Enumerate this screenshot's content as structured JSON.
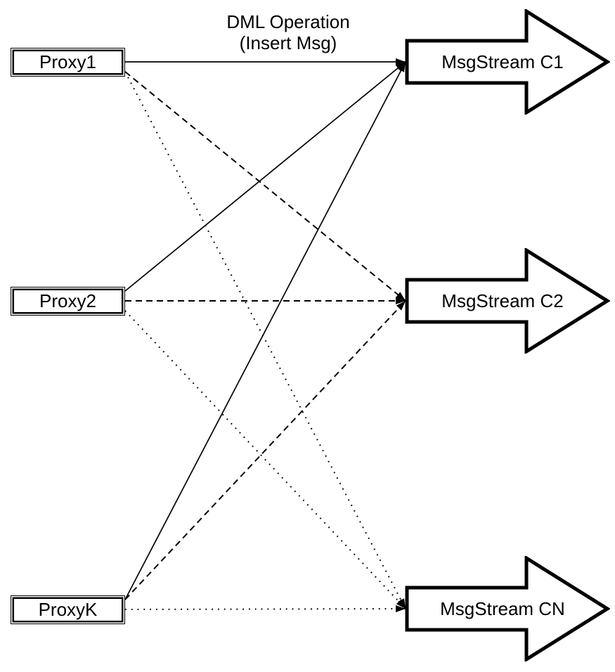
{
  "canvas": {
    "background_color": "#ffffff",
    "line_color": "#000000",
    "node_fill_color": "#ffffff"
  },
  "title": {
    "line1": "DML Operation",
    "line2": "(Insert Msg)"
  },
  "proxies": [
    {
      "id": "proxy1",
      "label": "Proxy1"
    },
    {
      "id": "proxy2",
      "label": "Proxy2"
    },
    {
      "id": "proxyk",
      "label": "ProxyK"
    }
  ],
  "streams": [
    {
      "id": "c1",
      "label": "MsgStream C1"
    },
    {
      "id": "c2",
      "label": "MsgStream C2"
    },
    {
      "id": "cn",
      "label": "MsgStream CN"
    }
  ],
  "edges": [
    {
      "from": "proxy1",
      "to": "c1",
      "style": "solid"
    },
    {
      "from": "proxy1",
      "to": "c2",
      "style": "dashed"
    },
    {
      "from": "proxy1",
      "to": "cn",
      "style": "dotted"
    },
    {
      "from": "proxy2",
      "to": "c1",
      "style": "solid"
    },
    {
      "from": "proxy2",
      "to": "c2",
      "style": "dashed"
    },
    {
      "from": "proxy2",
      "to": "cn",
      "style": "dotted"
    },
    {
      "from": "proxyk",
      "to": "c1",
      "style": "solid"
    },
    {
      "from": "proxyk",
      "to": "c2",
      "style": "dashed"
    },
    {
      "from": "proxyk",
      "to": "cn",
      "style": "dotted"
    }
  ]
}
